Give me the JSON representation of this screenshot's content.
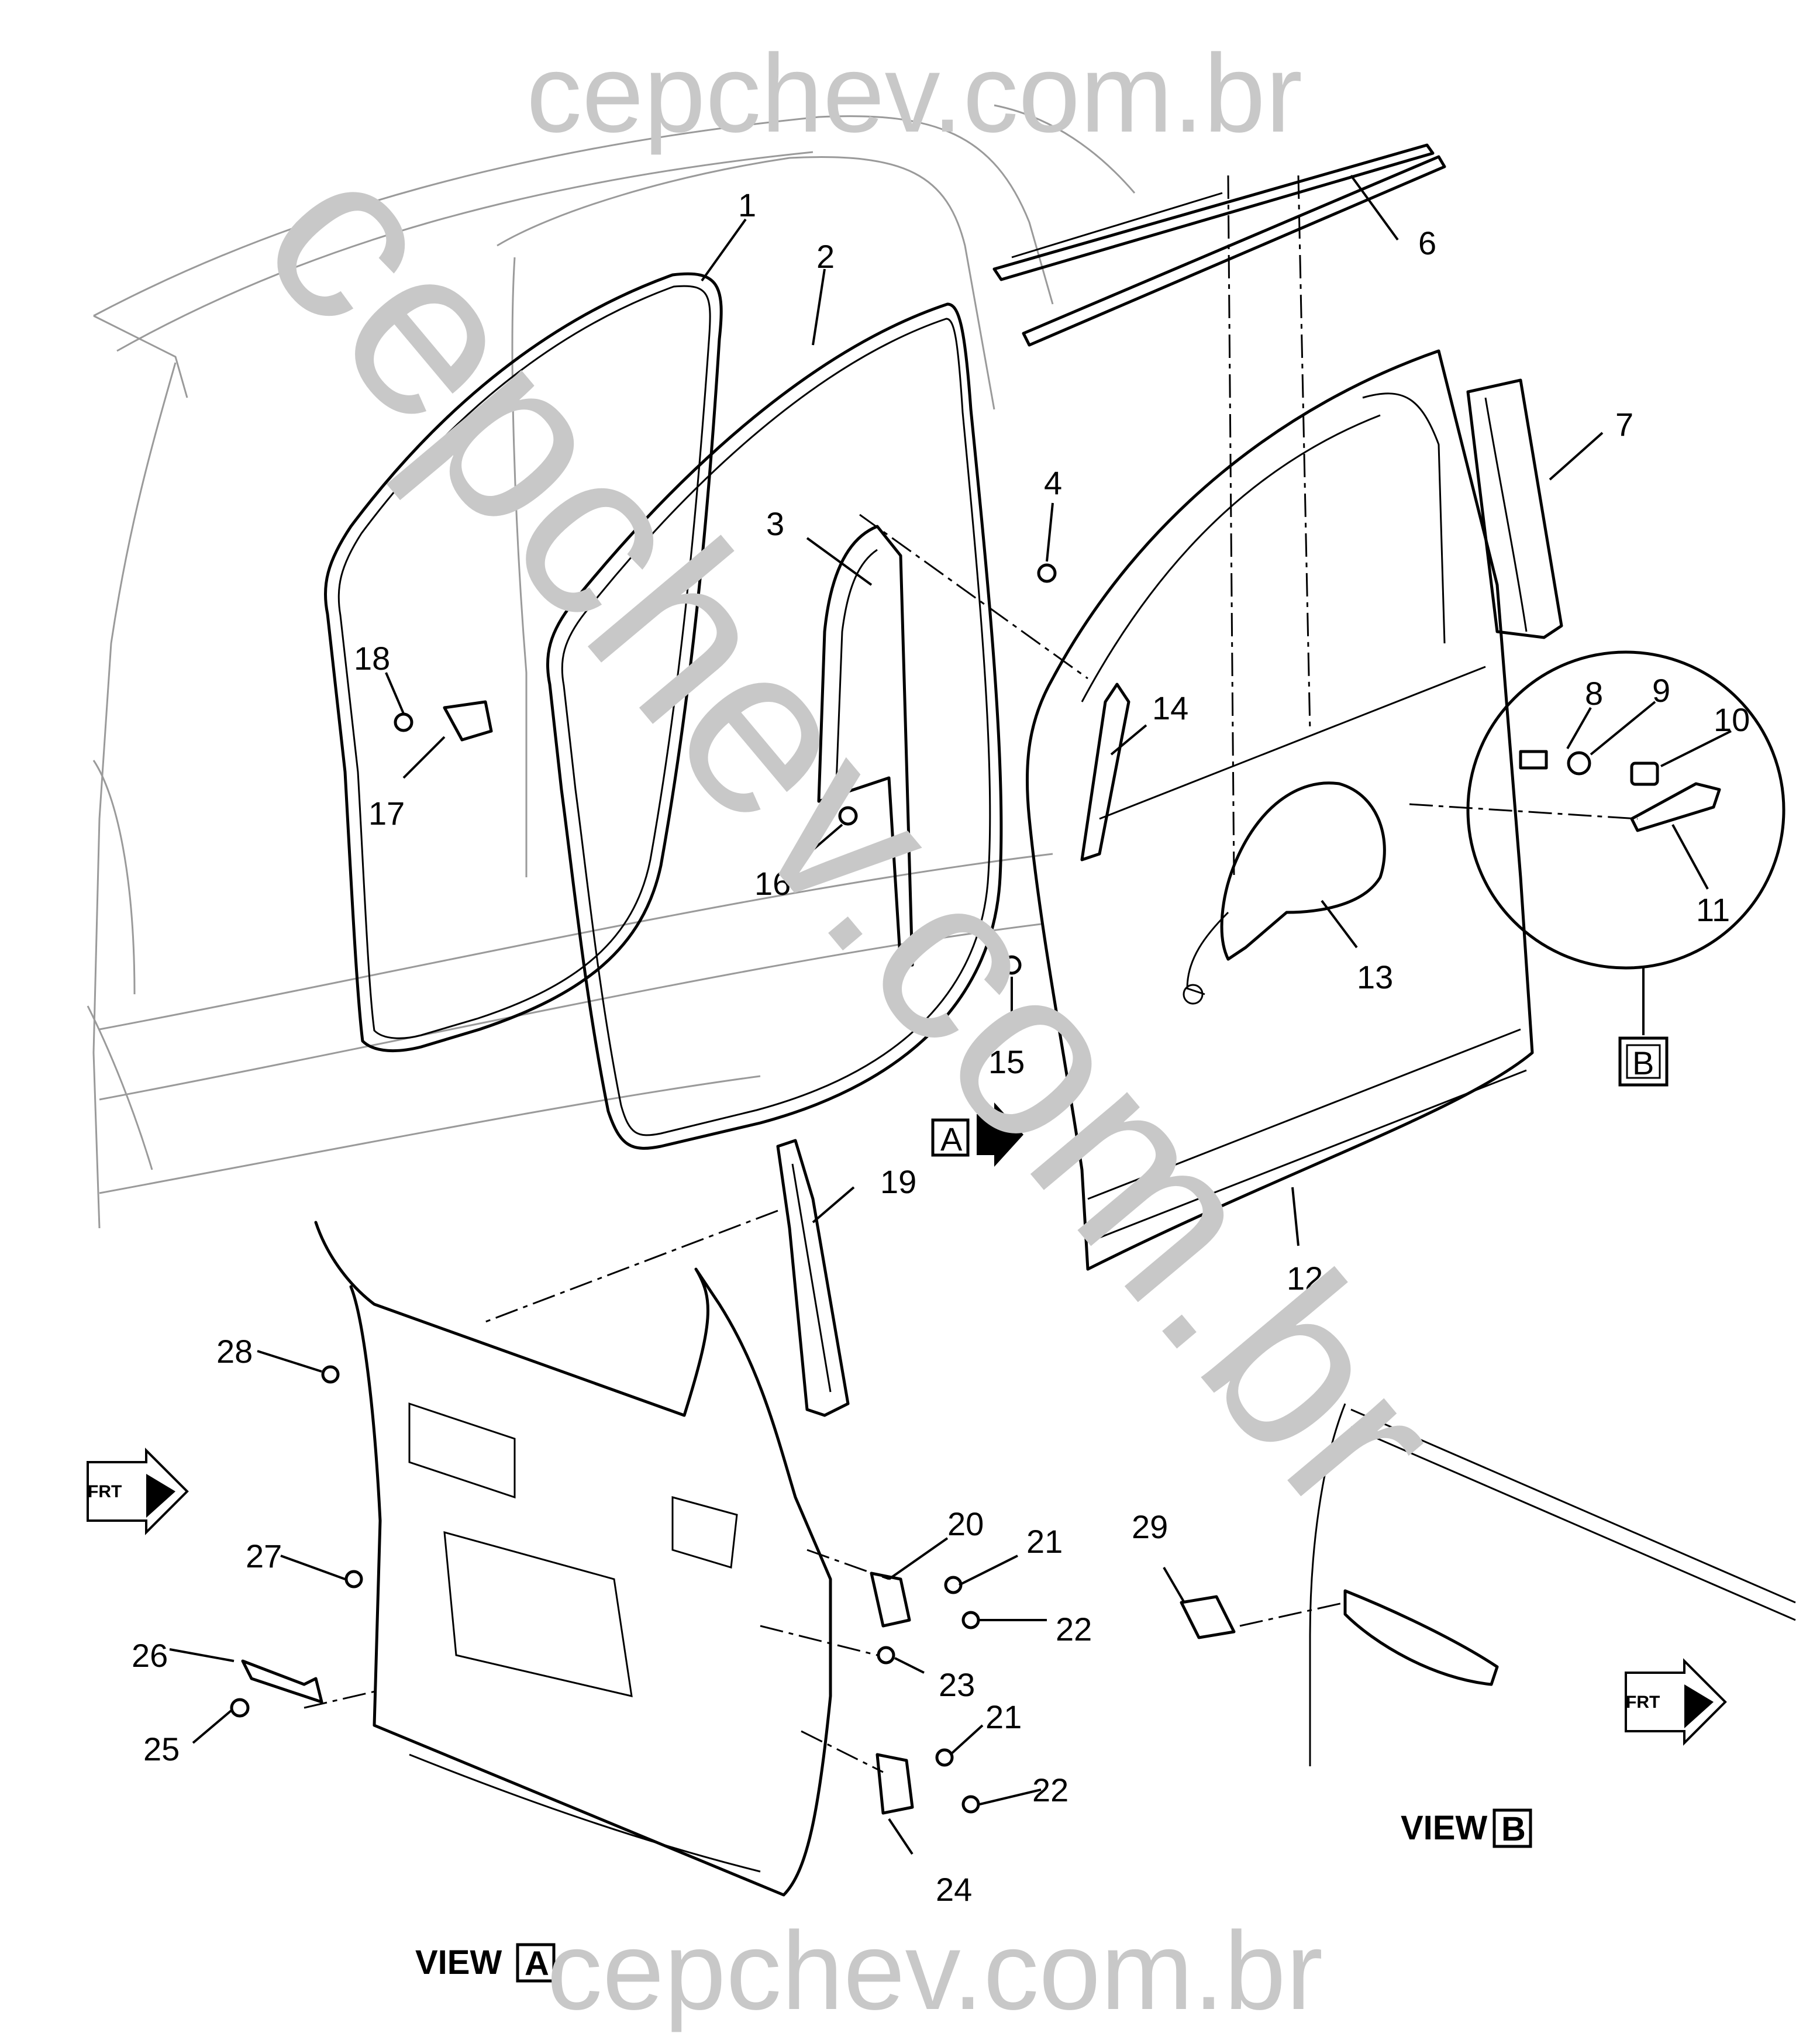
{
  "watermarks": {
    "top": "cepchev.com.br",
    "diagonal": "cepchev.com.br",
    "bottom": "cepchev.com.br"
  },
  "callouts": [
    "1",
    "2",
    "3",
    "4",
    "6",
    "7",
    "8",
    "9",
    "10",
    "11",
    "12",
    "13",
    "14",
    "15",
    "16",
    "17",
    "18",
    "19",
    "20",
    "21",
    "22",
    "23",
    "24",
    "25",
    "26",
    "27",
    "28",
    "29",
    "21",
    "22"
  ],
  "view_labels": {
    "view_a_word": "VIEW",
    "view_a_letter": "A",
    "view_b_word": "VIEW",
    "view_b_letter": "B"
  },
  "markers": {
    "a_box": "A",
    "b_box": "B"
  },
  "front_indicators": {
    "left": "FRT",
    "right": "FRT"
  }
}
